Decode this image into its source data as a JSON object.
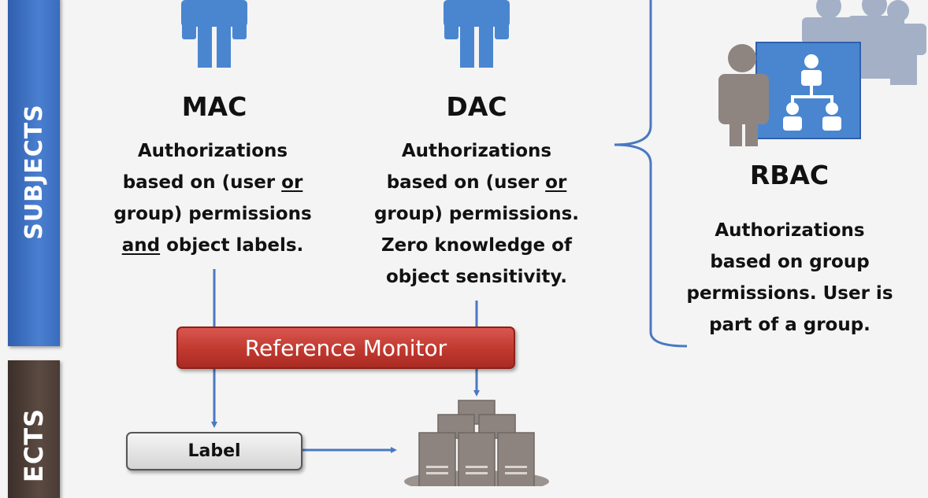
{
  "side_labels": {
    "subjects": "SUBJECTS",
    "objects": "ECTS"
  },
  "models": {
    "mac": {
      "title": "MAC",
      "lines": [
        {
          "parts": [
            {
              "t": "Authorizations"
            }
          ]
        },
        {
          "parts": [
            {
              "t": "based on (user "
            },
            {
              "t": "or",
              "u": true
            }
          ]
        },
        {
          "parts": [
            {
              "t": "group) permissions"
            }
          ]
        },
        {
          "parts": [
            {
              "t": "and",
              "u": true
            },
            {
              "t": " object labels."
            }
          ]
        }
      ]
    },
    "dac": {
      "title": "DAC",
      "lines": [
        {
          "parts": [
            {
              "t": "Authorizations"
            }
          ]
        },
        {
          "parts": [
            {
              "t": "based on (user "
            },
            {
              "t": "or",
              "u": true
            }
          ]
        },
        {
          "parts": [
            {
              "t": "group) permissions."
            }
          ]
        },
        {
          "parts": [
            {
              "t": "Zero knowledge of"
            }
          ]
        },
        {
          "parts": [
            {
              "t": "object sensitivity."
            }
          ]
        }
      ]
    },
    "rbac": {
      "title": "RBAC",
      "lines": [
        {
          "parts": [
            {
              "t": "Authorizations"
            }
          ]
        },
        {
          "parts": [
            {
              "t": "based on group"
            }
          ]
        },
        {
          "parts": [
            {
              "t": "permissions. User is"
            }
          ]
        },
        {
          "parts": [
            {
              "t": "part of a group."
            }
          ]
        }
      ]
    }
  },
  "reference_monitor": "Reference Monitor",
  "label_box": "Label",
  "colors": {
    "person_blue": "#4a86d0",
    "person_gray": "#8e8581",
    "crowd_gray": "#a4b0c6",
    "arrow_blue": "#4a78c2",
    "server_gray": "#8d847f"
  },
  "icons": {
    "mac_user": "person-icon",
    "dac_user": "person-icon",
    "rbac_group": "group-icon",
    "object_store": "server-stack-icon"
  }
}
